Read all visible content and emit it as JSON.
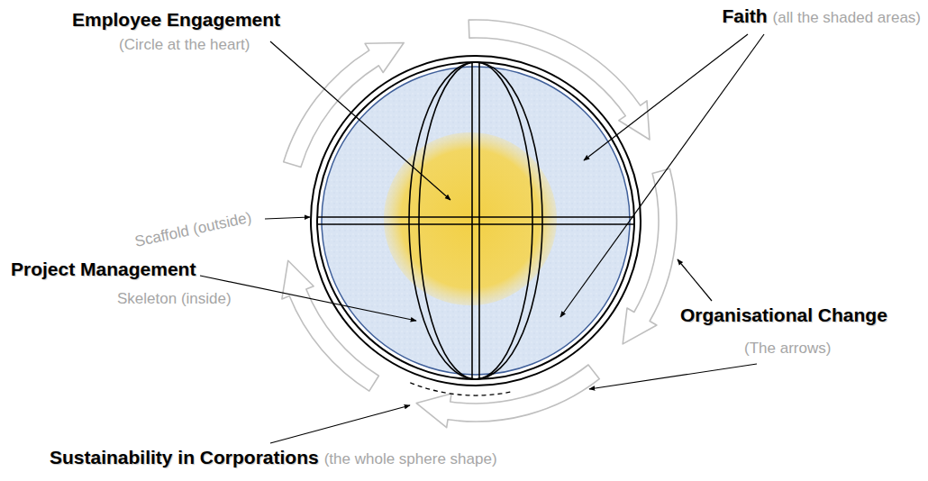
{
  "diagram": {
    "labels": [
      "Employee Engagement",
      "(Circle at the heart)",
      "Faith",
      "(all the shaded areas)",
      "Scaffold (outside)",
      "Project Management",
      "Skeleton (inside)",
      "Organisational Change",
      "(The arrows)",
      "Sustainability in Corporations",
      "(the whole sphere shape)"
    ]
  }
}
